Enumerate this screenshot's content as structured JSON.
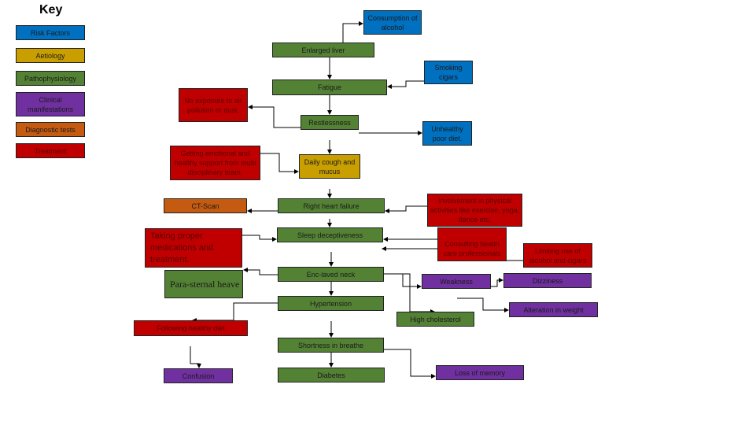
{
  "key": {
    "title": "Key",
    "items": [
      "Risk Factors",
      "Aetiology",
      "Pathophysiology",
      "Clinical manifestations",
      "Diagnostic tests",
      "Treatment"
    ]
  },
  "colors": {
    "risk": "#0070c0",
    "aetiology": "#c99f00",
    "patho": "#548235",
    "clinical": "#7030a0",
    "diagnostic": "#c55a11",
    "treatment": "#c00000"
  },
  "nodes": {
    "alcohol": "Consumption of alcohol",
    "liver": "Enlarged liver",
    "smoking": "Smoking cigars",
    "fatigue": "Fatigue",
    "noexposure": "No exposure to air pollution or dust.",
    "restless": "Restlessness",
    "diet": "Unhealthy poor diet.",
    "support": "Getting emotional and healthy support from multi disciplinary team.",
    "cough": "Daily cough and mucus",
    "ct": "CT-Scan",
    "rhf": "Right heart failure",
    "physical": "Involvement in physical activities like exercise, yoga, dance etc.",
    "sleep": "Sleep deceptiveness",
    "meds": "Taking proper medications and treatment.",
    "consult": "Consulting health care professionals",
    "limit": "Limiting use of alcohol and cigars",
    "parasternal": "Para-sternal heave",
    "neck": "Enc-laved neck",
    "weakness": "Weakness",
    "dizziness": "Dizziness",
    "hypertension": "Hypertension",
    "weight": "Alteration in weight",
    "cholesterol": "High cholesterol",
    "healthydiet": "Following  healthy diet",
    "breathe": "Shortness in breathe",
    "memory": "Loss of memory",
    "diabetes": "Diabetes",
    "confusion": "Confusion"
  }
}
